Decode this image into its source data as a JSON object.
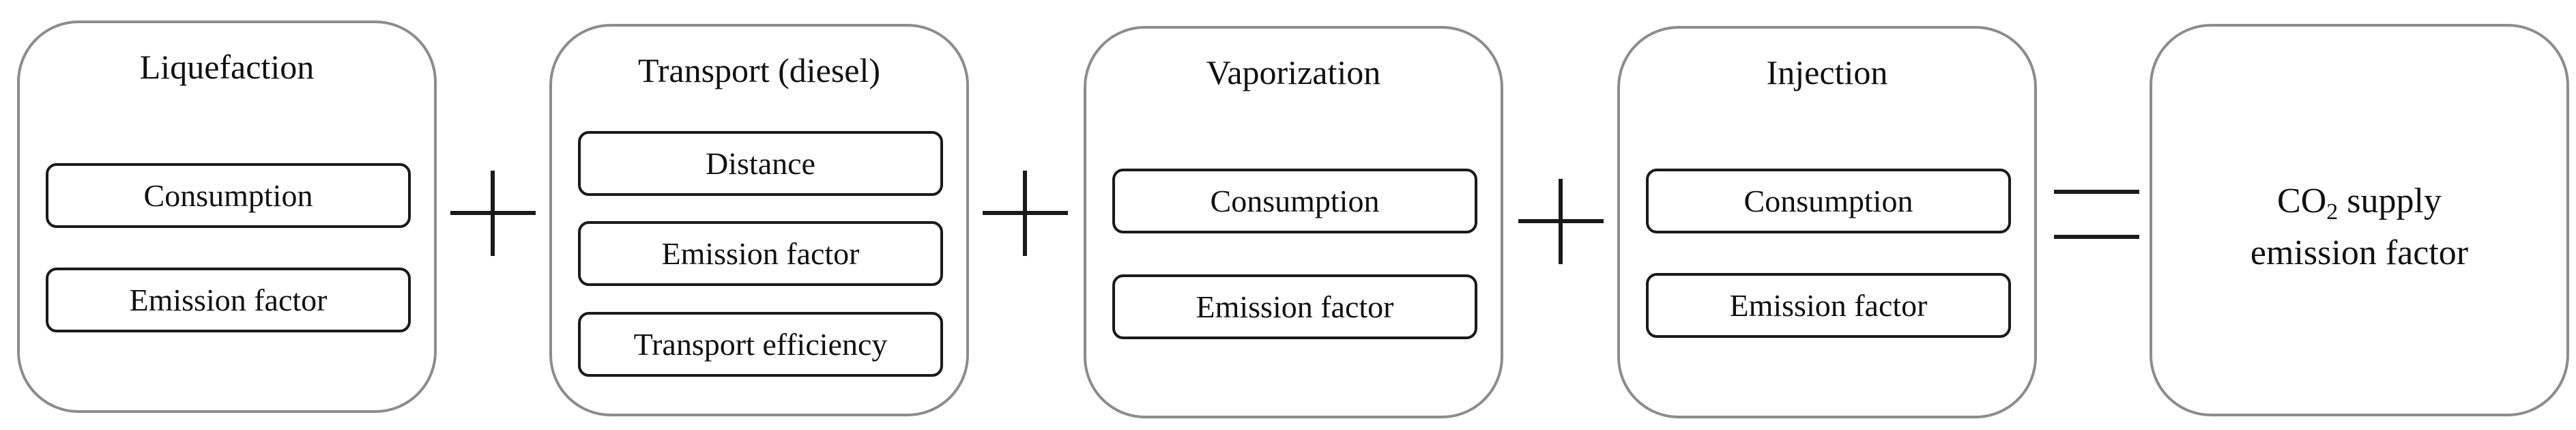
{
  "stages": [
    {
      "title": "Liquefaction",
      "items": [
        "Consumption",
        "Emission factor"
      ]
    },
    {
      "title": "Transport (diesel)",
      "items": [
        "Distance",
        "Emission factor",
        "Transport efficiency"
      ]
    },
    {
      "title": "Vaporization",
      "items": [
        "Consumption",
        "Emission factor"
      ]
    },
    {
      "title": "Injection",
      "items": [
        "Consumption",
        "Emission factor"
      ]
    }
  ],
  "operators": {
    "plus": "+",
    "equals": "="
  },
  "result": {
    "formula_main": "CO",
    "formula_sub": "2",
    "line1_rest": "supply",
    "line2": "emission factor"
  }
}
